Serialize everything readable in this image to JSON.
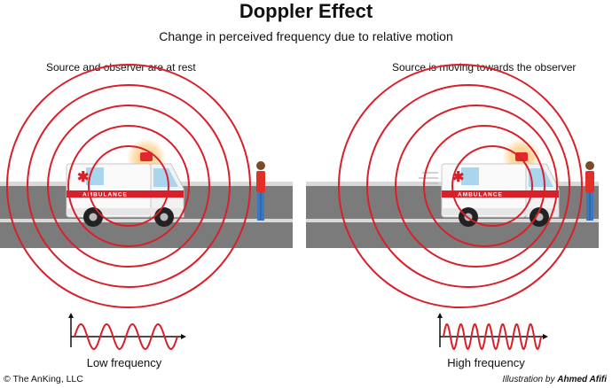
{
  "header": {
    "title": "Doppler Effect",
    "subtitle": "Change in perceived frequency due to relative motion"
  },
  "panels": [
    {
      "caption": "Source and observer are at rest",
      "vehicle_label": "AMBULANCE",
      "frequency_label": "Low frequency"
    },
    {
      "caption": "Source is moving towards the observer",
      "vehicle_label": "AMBULANCE",
      "frequency_label": "High frequency"
    }
  ],
  "footer": {
    "copyright": "© The AnKing, LLC",
    "credit_prefix": "Illustration by",
    "credit_name": "Ahmed Afifi"
  },
  "colors": {
    "wave": "#d8202a",
    "road": "#7a7a7a",
    "ambulance_stripe": "#d8202a",
    "siren_glow": "#ffb347"
  }
}
